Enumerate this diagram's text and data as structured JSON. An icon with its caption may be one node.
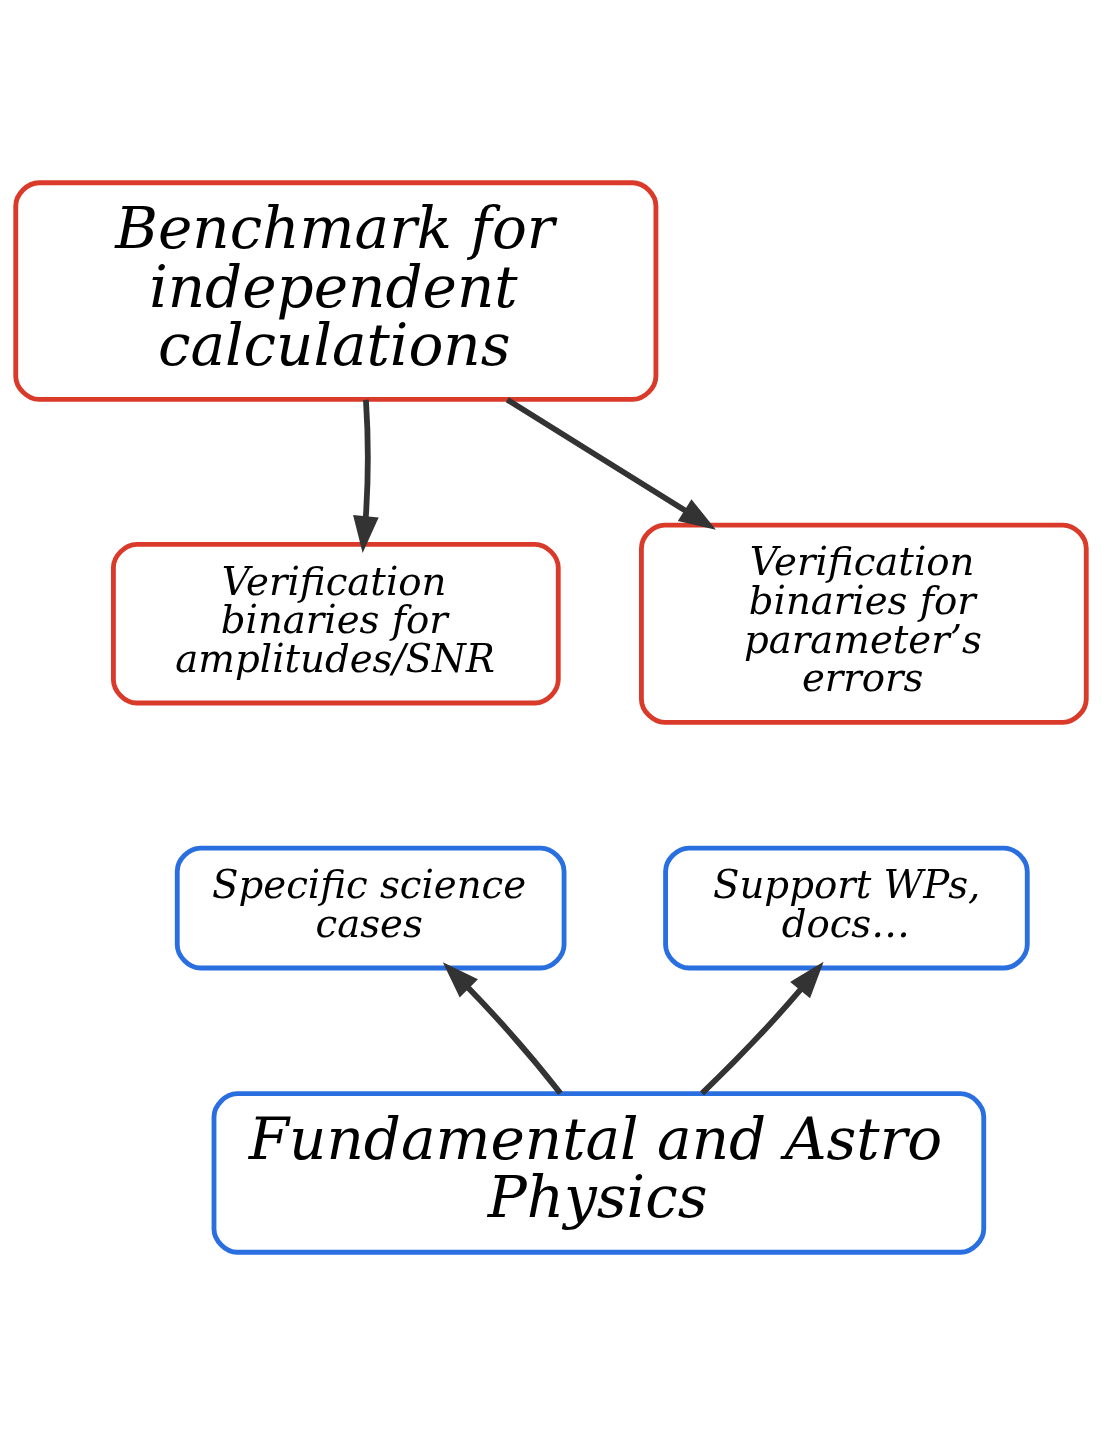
{
  "diagram": {
    "nodes": [
      {
        "text": [
          "Benchmark for independent calculations"
        ]
      },
      {
        "text": [
          "Verification binaries for amplitudes/SNR"
        ]
      },
      {
        "text": [
          "Verification binaries for parameter’s errors"
        ]
      },
      {
        "text": [
          "Specific science cases"
        ]
      },
      {
        "text": [
          "Support WPs, docs…"
        ]
      },
      {
        "text": [
          "Fundamental and Astro Physics"
        ]
      }
    ],
    "edges": [
      {
        "from": 0,
        "to": 1,
        "arrow": "to"
      },
      {
        "from": 0,
        "to": 2,
        "arrow": "to"
      },
      {
        "from": 5,
        "to": 3,
        "arrow": "to"
      },
      {
        "from": 5,
        "to": 4,
        "arrow": "to"
      }
    ]
  }
}
